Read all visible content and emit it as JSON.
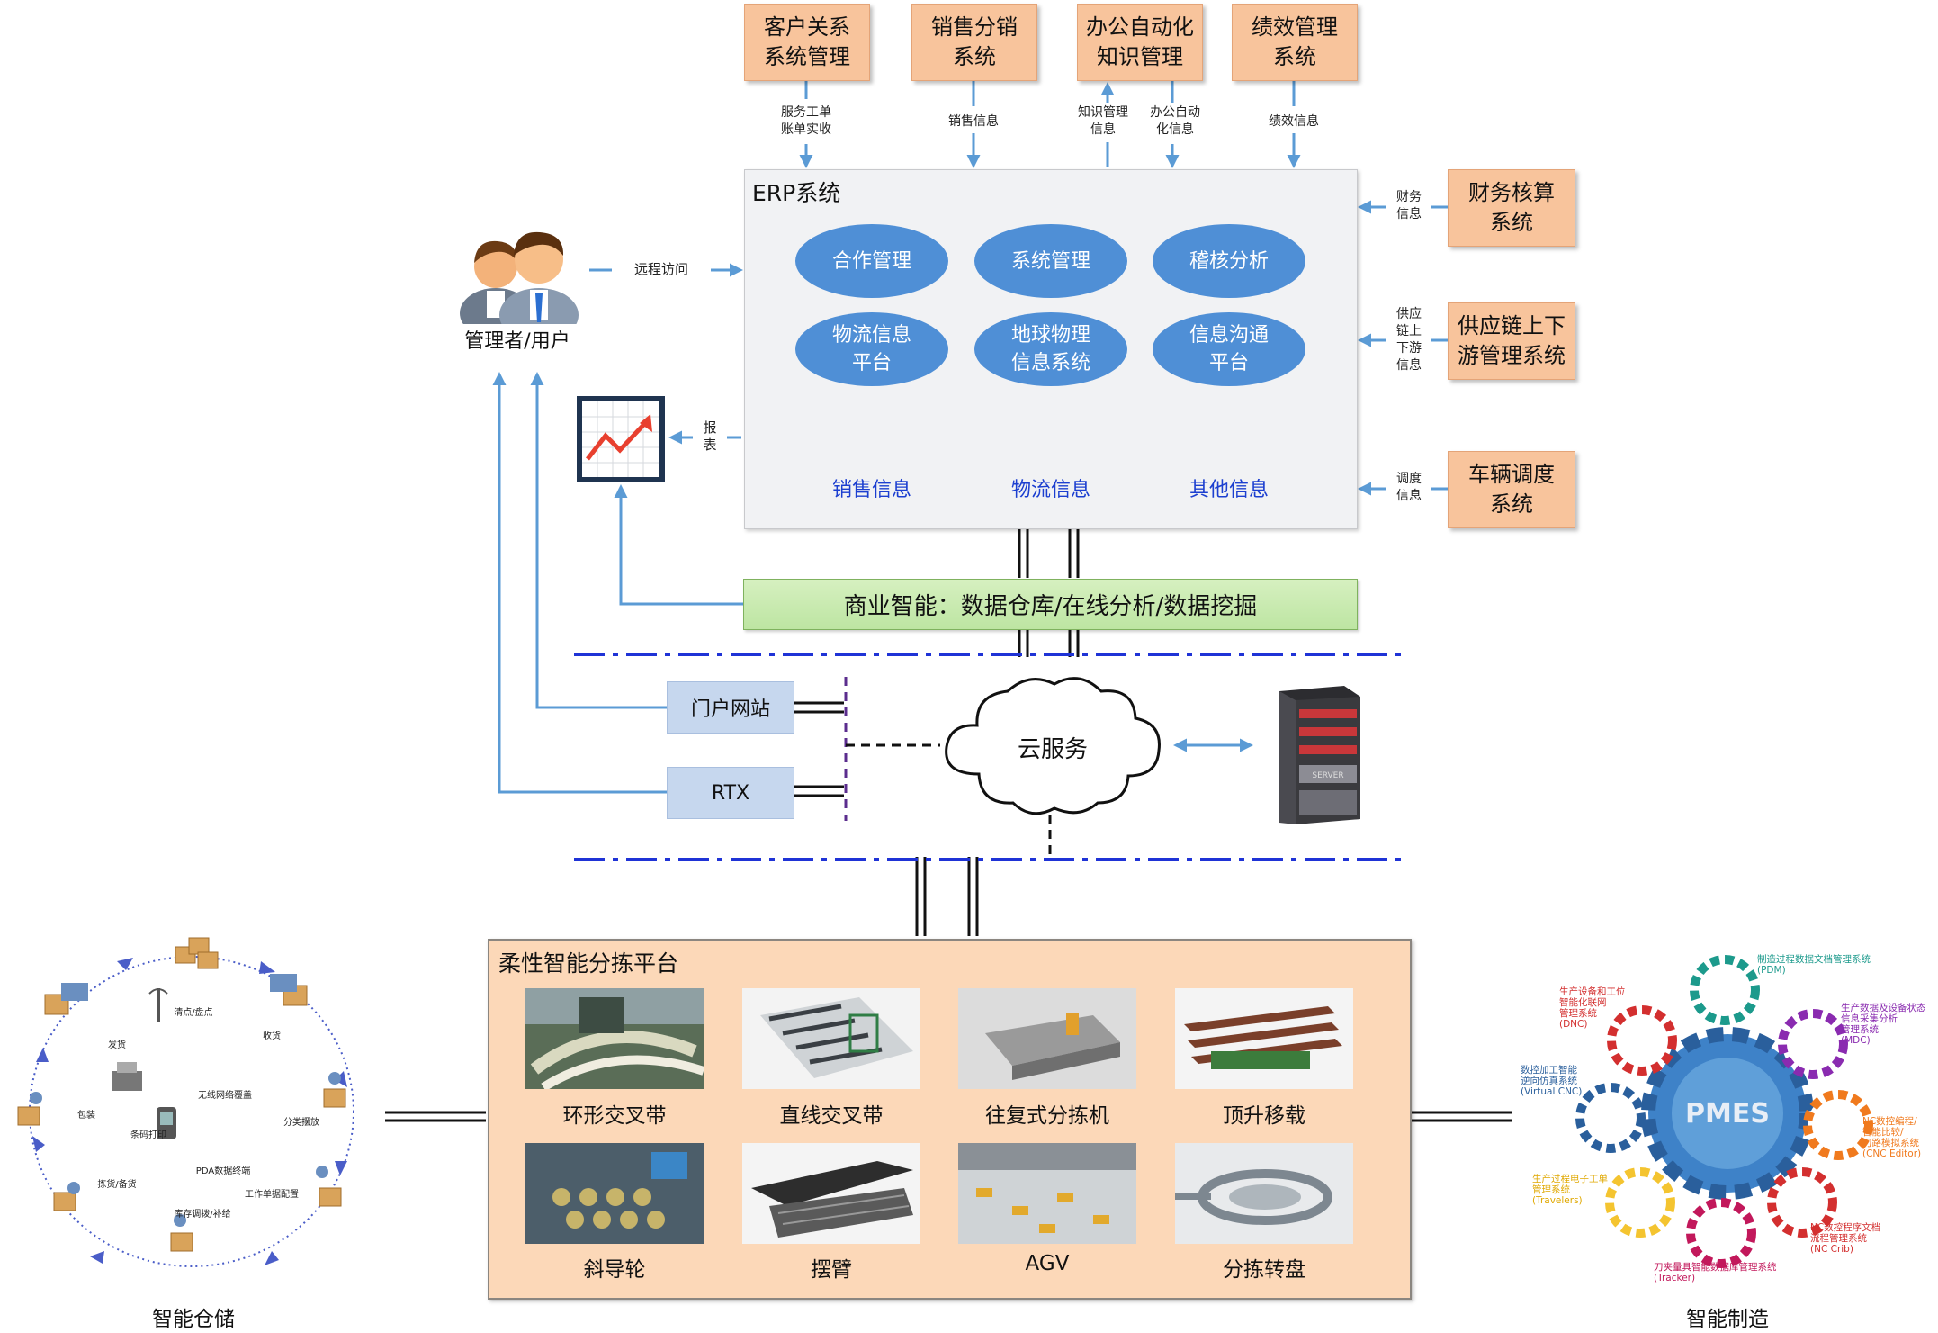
{
  "top_systems": [
    {
      "label": "客户关系\n系统管理",
      "flow": "服务工单\n账单实收"
    },
    {
      "label": "销售分销\n系统",
      "flow": "销售信息"
    },
    {
      "label": "办公自动化\n知识管理",
      "flow_up": "知识管理\n信息",
      "flow": "办公自动\n化信息"
    },
    {
      "label": "绩效管理\n系统",
      "flow": "绩效信息"
    }
  ],
  "right_systems": [
    {
      "label": "财务核算\n系统",
      "flow": "财务\n信息"
    },
    {
      "label": "供应链上下\n游管理系统",
      "flow": "供应\n链上\n下游\n信息"
    },
    {
      "label": "车辆调度\n系统",
      "flow": "调度\n信息"
    }
  ],
  "erp": {
    "title": "ERP系统",
    "modules": [
      "合作管理",
      "系统管理",
      "稽核分析",
      "物流信息\n平台",
      "地球物理\n信息系统",
      "信息沟通\n平台"
    ],
    "info_labels": [
      "销售信息",
      "物流信息",
      "其他信息"
    ]
  },
  "user": {
    "label": "管理者/用户",
    "remote_access": "远程访问"
  },
  "report_label": "报\n表",
  "bi": {
    "label": "商业智能：数据仓库/在线分析/数据挖掘"
  },
  "portal": {
    "label": "门户网站"
  },
  "rtx": {
    "label": "RTX"
  },
  "cloud": {
    "label": "云服务"
  },
  "server": {
    "label": "SERVER"
  },
  "platform": {
    "title": "柔性智能分拣平台",
    "items": [
      "环形交叉带",
      "直线交叉带",
      "往复式分拣机",
      "顶升移载",
      "斜导轮",
      "摆臂",
      "AGV",
      "分拣转盘"
    ]
  },
  "warehouse": {
    "caption": "智能仓储",
    "steps": [
      "清点/盘点",
      "收货",
      "分类摆放",
      "工作单据配置",
      "库存调拨/补给",
      "拣货/备货",
      "包装",
      "发货"
    ],
    "inner": [
      "无线网络覆盖",
      "条码打印",
      "PDA数据终端"
    ]
  },
  "manufacturing": {
    "caption": "智能制造",
    "center": "PMES",
    "modules": [
      "制造过程数据文档管理系统\n(PDM)",
      "生产数据及设备状态\n信息采集分析\n管理系统\n(MDC)",
      "NC数控编程/\n智能比较/\n刀路模拟系统\n(CNC Editor)",
      "NC数控程序文档\n流程管理系统\n(NC Crib)",
      "刀夹量具智能数据库管理系统\n(Tracker)",
      "生产过程电子工单\n管理系统\n(Travelers)",
      "数控加工智能\n逆向仿真系统\n(Virtual CNC)",
      "生产设备和工位\n智能化联网\n管理系统\n(DNC)"
    ]
  },
  "colors": {
    "orange": "#f8c49c",
    "module_blue": "#4f8fd6",
    "arrow_blue": "#5b9bd5",
    "dash_blue": "#1f33d6",
    "label_blue": "#1c3fd0"
  }
}
